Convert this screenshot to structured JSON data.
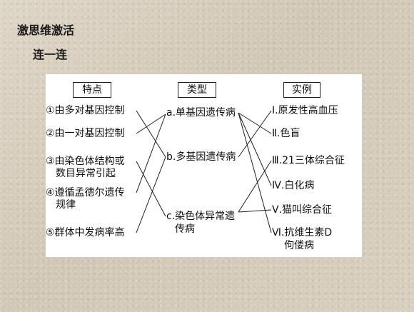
{
  "heading": {
    "line1": "激思维激活",
    "line2": "连一连"
  },
  "headers": {
    "features": "特点",
    "types": "类型",
    "examples": "实例"
  },
  "features": [
    {
      "line1": "①由多对基因控制",
      "line2": ""
    },
    {
      "line1": "②由一对基因控制",
      "line2": ""
    },
    {
      "line1": "③由染色体结构或",
      "line2": "数目异常引起"
    },
    {
      "line1": "④遵循孟德尔遗传",
      "line2": "规律"
    },
    {
      "line1": "⑤群体中发病率高",
      "line2": ""
    }
  ],
  "types": [
    {
      "line1": "a.单基因遗传病",
      "line2": ""
    },
    {
      "line1": "b.多基因遗传病",
      "line2": ""
    },
    {
      "line1": "c.染色体异常遗",
      "line2": "传病"
    }
  ],
  "examples": [
    {
      "line1": "Ⅰ.原发性高血压",
      "line2": ""
    },
    {
      "line1": "Ⅱ.色盲",
      "line2": ""
    },
    {
      "line1": "Ⅲ.21三体综合征",
      "line2": ""
    },
    {
      "line1": "Ⅳ.白化病",
      "line2": ""
    },
    {
      "line1": "Ⅴ.猫叫综合征",
      "line2": ""
    },
    {
      "line1": "Ⅵ.抗维生素D",
      "line2": "佝偻病"
    }
  ]
}
